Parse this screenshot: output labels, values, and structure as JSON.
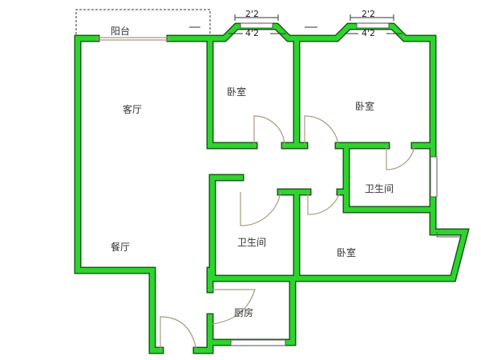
{
  "colors": {
    "wall": "#2fd32f",
    "outline": "#1a5a1a",
    "door": "#a89a80"
  },
  "rooms": {
    "balcony": "阳台",
    "living_room": "客厅",
    "dining_room": "餐厅",
    "bedroom_1": "卧室",
    "bedroom_2": "卧室",
    "bedroom_3": "卧室",
    "bathroom_1": "卫生间",
    "bathroom_2": "卫生间",
    "kitchen": "厨房"
  },
  "dimensions": {
    "bay1_inner": "2'2",
    "bay1_outer": "4'2",
    "bay2_inner": "2'2",
    "bay2_outer": "4'2"
  }
}
